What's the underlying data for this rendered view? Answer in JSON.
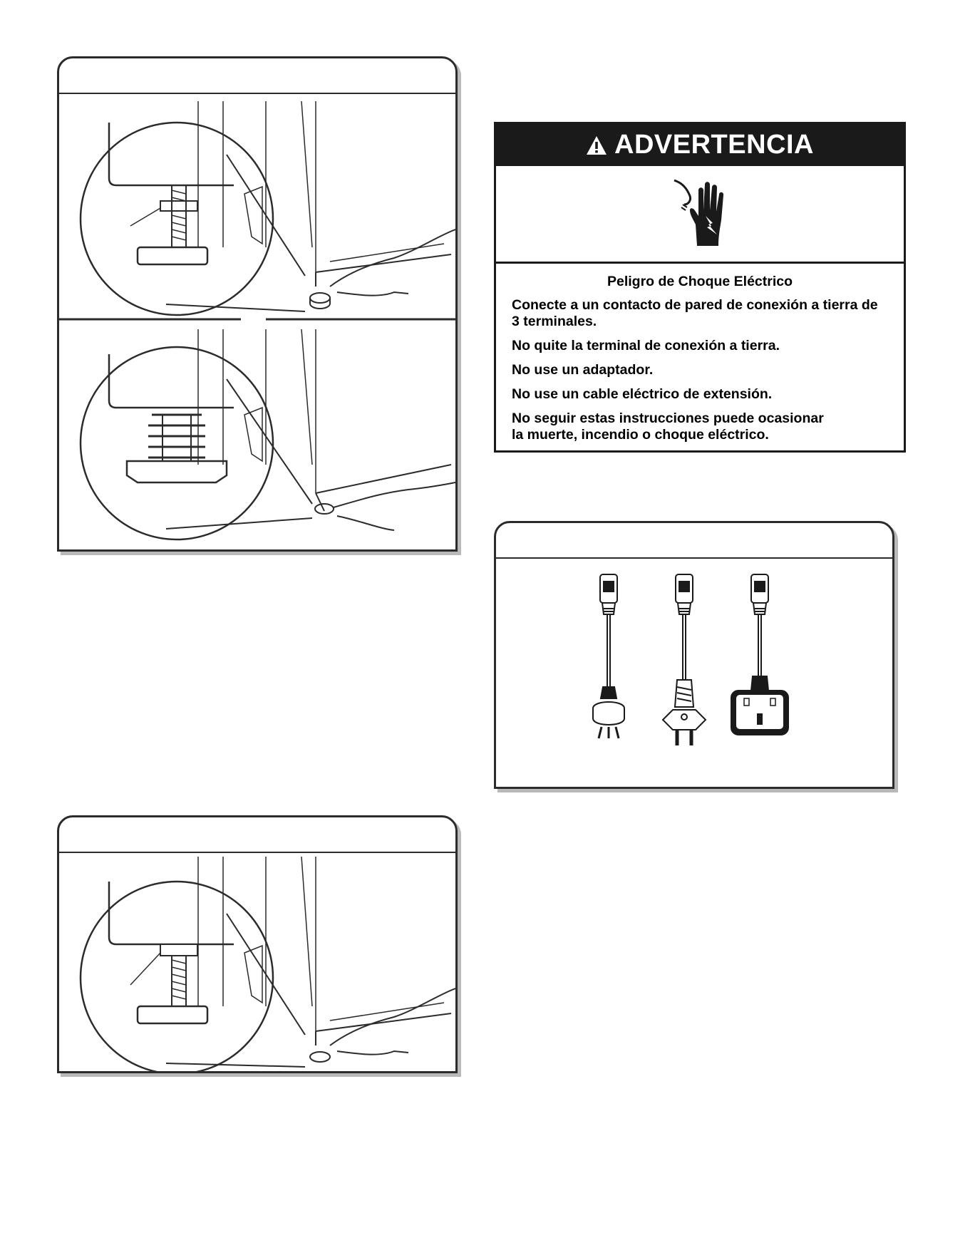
{
  "warning": {
    "title": "ADVERTENCIA",
    "subtitle": "Peligro de Choque Eléctrico",
    "lines": [
      "Conecte a un contacto de pared de conexión a tierra de 3 terminales.",
      "No quite la terminal de conexión a tierra.",
      "No use un adaptador.",
      "No use un cable eléctrico de extensión.",
      "No seguir estas instrucciones puede ocasionar la muerte, incendio o choque eléctrico."
    ]
  },
  "colors": {
    "ink": "#1a1a1a",
    "shadow": "#b9b9b9",
    "panel_border": "#2b2b2b"
  },
  "icons": [
    "warning-triangle-icon",
    "electric-shock-hand-icon",
    "power-plug-icon"
  ]
}
